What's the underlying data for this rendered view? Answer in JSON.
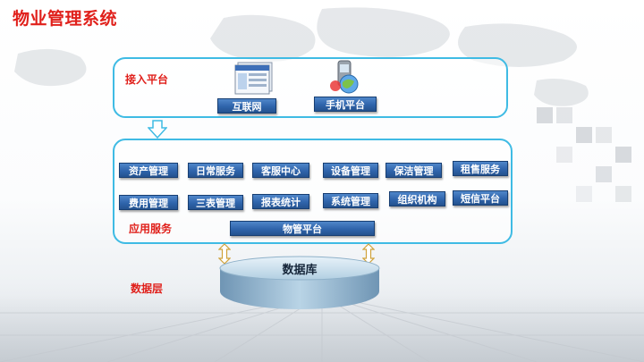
{
  "title": "物业管理系统",
  "access_layer": {
    "label": "接入平台",
    "items": [
      {
        "label": "互联网",
        "icon": "browser-window-icon"
      },
      {
        "label": "手机平台",
        "icon": "mobile-phone-globe-icon"
      }
    ]
  },
  "app_layer": {
    "label": "应用服务",
    "row1": [
      "资产管理",
      "日常服务",
      "客服中心",
      "设备管理",
      "保洁管理",
      "租售服务"
    ],
    "row2": [
      "费用管理",
      "三表管理",
      "报表统计",
      "系统管理",
      "组织机构",
      "短信平台"
    ],
    "platform": "物管平台"
  },
  "data_layer": {
    "label": "数据层",
    "database": "数据库"
  },
  "colors": {
    "title": "#e0201b",
    "panel_border": "#3fbbe4",
    "box_fill": "#2f64ab",
    "database": "#b6d2e4"
  }
}
